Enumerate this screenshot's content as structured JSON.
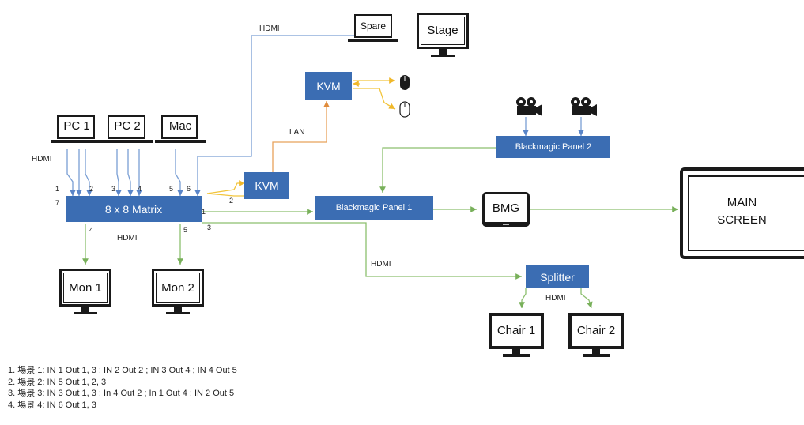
{
  "boxes": {
    "matrix": "8 x 8 Matrix",
    "kvm_top": "KVM",
    "kvm_mid": "KVM",
    "panel1": "Blackmagic Panel 1",
    "panel2": "Blackmagic Panel 2",
    "splitter": "Splitter"
  },
  "devices": {
    "pc1": "PC 1",
    "pc2": "PC 2",
    "mac": "Mac",
    "spare": "Spare",
    "stage": "Stage",
    "mon1": "Mon 1",
    "mon2": "Mon 2",
    "bmg": "BMG",
    "main_line1": "MAIN",
    "main_line2": "SCREEN",
    "chair1": "Chair 1",
    "chair2": "Chair 2"
  },
  "labels": {
    "hdmi_top": "HDMI",
    "hdmi_left": "HDMI",
    "hdmi_bottom": "HDMI",
    "hdmi_mid": "HDMI",
    "hdmi_splitter": "HDMI",
    "lan": "LAN"
  },
  "ports": {
    "p1": "1",
    "p2": "2",
    "p3": "3",
    "p4": "4",
    "p5": "5",
    "p6": "6",
    "p7": "7",
    "out4": "4",
    "out5": "5",
    "out1": "1",
    "out3": "3",
    "kvm2": "2"
  },
  "notes": [
    "1. 場景 1: IN 1 Out 1, 3 ; IN 2 Out 2 ; IN 3 Out 4 ; IN 4 Out 5",
    "2. 場景 2: IN 5 Out 1, 2, 3",
    "3. 場景 3: IN 3 Out 1, 3 ; In 4 Out 2 ; In 1 Out 4 ; IN 2 Out 5",
    "4. 場景 4: IN 6 Out 1, 3"
  ],
  "colors": {
    "box_blue": "#3b6db3",
    "wire_blue": "#7a9fd4",
    "wire_green": "#8cbf6e",
    "wire_orange": "#e8a25a",
    "wire_yellow": "#f2c53d"
  }
}
